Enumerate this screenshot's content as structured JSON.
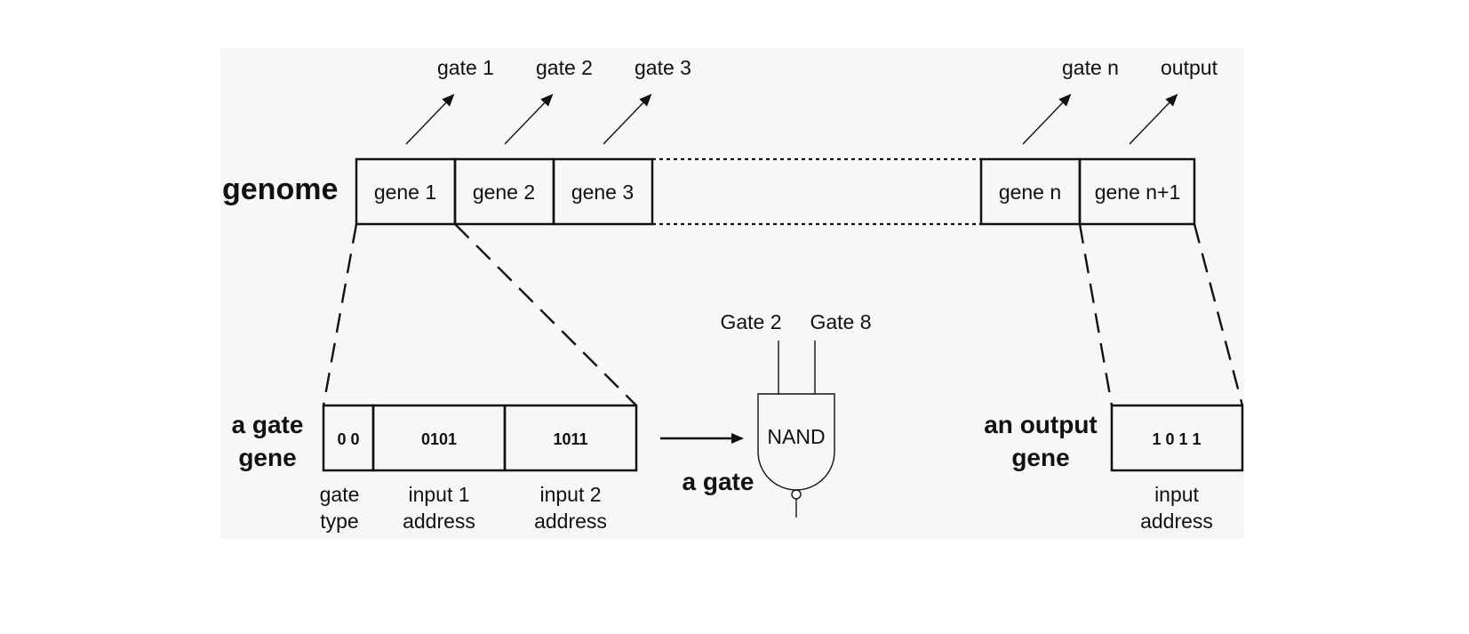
{
  "background_color": "#f7f7f7",
  "line_color": "#111111",
  "genome": {
    "label": "genome",
    "genes": [
      "gene 1",
      "gene 2",
      "gene 3",
      "gene n",
      "gene n+1"
    ],
    "outputs": [
      "gate 1",
      "gate 2",
      "gate 3",
      "gate n",
      "output"
    ]
  },
  "gate_gene": {
    "label_line1": "a gate",
    "label_line2": "gene",
    "fields": [
      {
        "value": "0 0",
        "caption1": "gate",
        "caption2": "type"
      },
      {
        "value": "0101",
        "caption1": "input 1",
        "caption2": "address"
      },
      {
        "value": "1011",
        "caption1": "input 2",
        "caption2": "address"
      }
    ]
  },
  "gate": {
    "label": "a gate",
    "type": "NAND",
    "inputs": [
      "Gate 2",
      "Gate 8"
    ]
  },
  "output_gene": {
    "label_line1": "an output",
    "label_line2": "gene",
    "value": "1 0 1 1",
    "caption1": "input",
    "caption2": "address"
  }
}
